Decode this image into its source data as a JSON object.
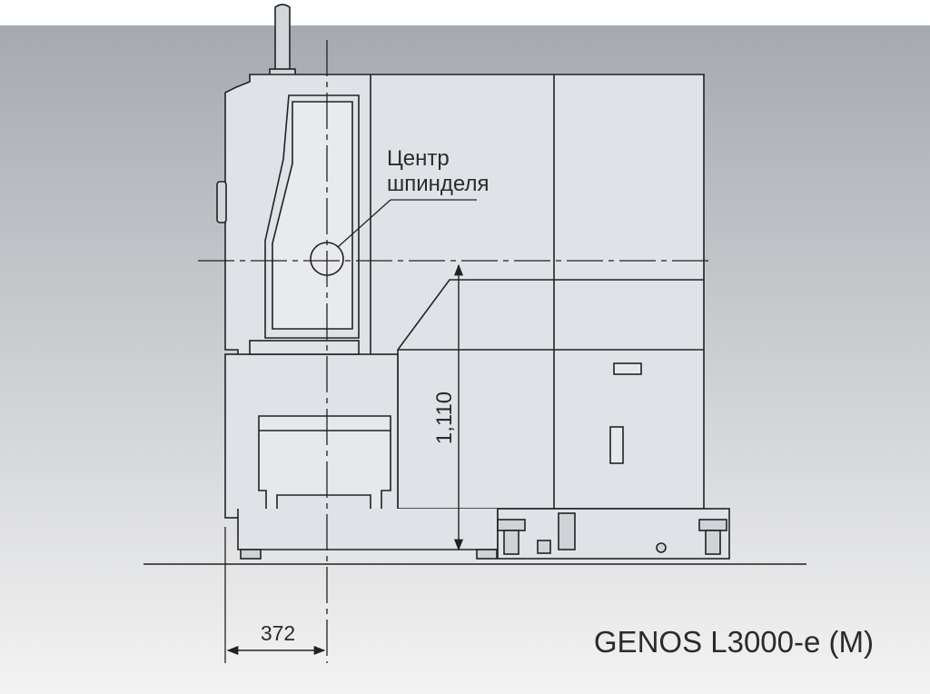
{
  "labels": {
    "spindle_line1": "Центр",
    "spindle_line2": "шпинделя",
    "height_dim": "1,110",
    "offset_dim": "372",
    "model": "GENOS L3000-e (M)"
  },
  "colors": {
    "bg_top": "#a7abb0",
    "bg_bottom": "#f2f2f2",
    "machine_fill": "#dfe2e6",
    "line": "#222222"
  }
}
